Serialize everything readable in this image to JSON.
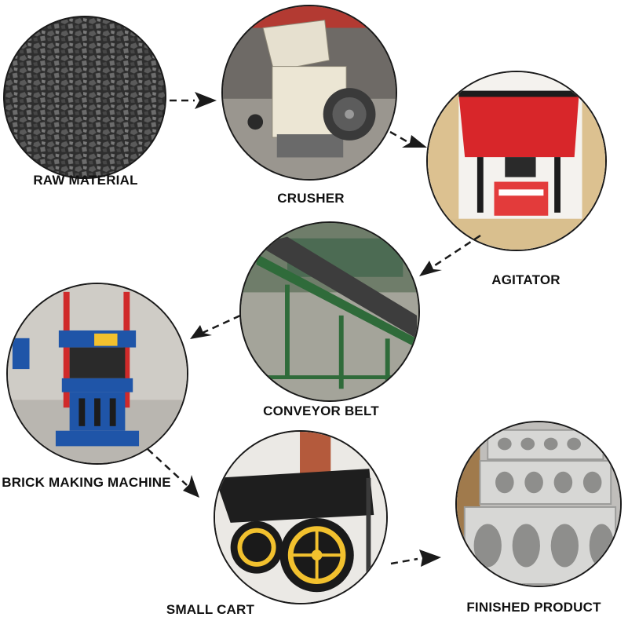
{
  "steps": [
    {
      "label": "RAW MATERIAL",
      "icon": "gravel-photo"
    },
    {
      "label": "CRUSHER",
      "icon": "crusher-machine-photo"
    },
    {
      "label": "AGITATOR",
      "icon": "mixer-photo"
    },
    {
      "label": "CONVEYOR BELT",
      "icon": "conveyor-photo"
    },
    {
      "label": "BRICK MAKING MACHINE",
      "icon": "brick-machine-photo"
    },
    {
      "label": "SMALL CART",
      "icon": "cart-photo"
    },
    {
      "label": "FINISHED PRODUCT",
      "icon": "hollow-blocks-photo"
    }
  ],
  "colors": {
    "outline": "#1a1a1a",
    "arrow": "#1a1a1a",
    "mixer_red": "#d8262a",
    "machine_blue": "#1f55a8",
    "wheel_yellow": "#f2c12e",
    "belt_green": "#2f6b3a"
  }
}
